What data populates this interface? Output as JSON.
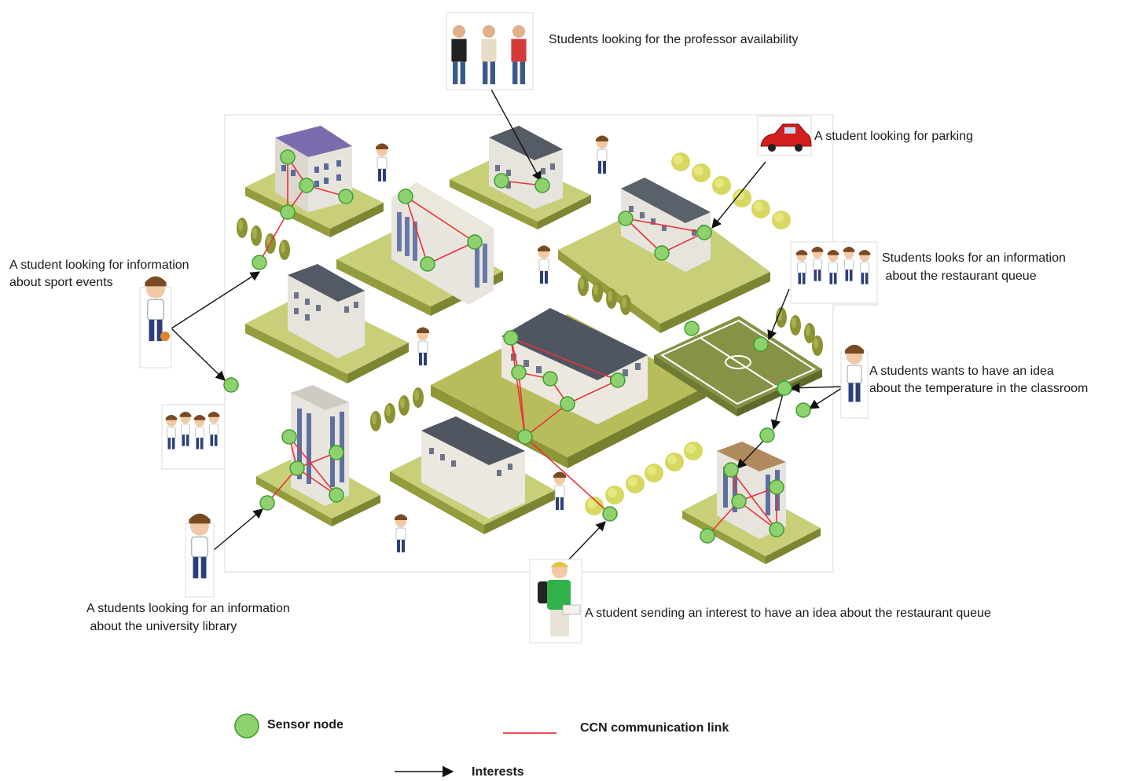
{
  "annotations": {
    "professor": "Students looking for the professor availability",
    "parking": "A student looking for parking",
    "sport_line1": "A student looking for information",
    "sport_line2": "about sport events",
    "restaurant_line1": "Students looks for an information",
    "restaurant_line2": " about the restaurant queue",
    "temperature_line1": "A students wants to have an idea",
    "temperature_line2": "about the temperature in the classroom",
    "library_line1": "A students looking for an information",
    "library_line2": " about the university library",
    "sending": "A student sending an interest to have an idea about the restaurant queue"
  },
  "legend": {
    "sensor_node": "Sensor node",
    "ccn_link": "CCN communication link",
    "interests": "Interests"
  },
  "colors": {
    "sensor_fill": "#8fd16f",
    "sensor_stroke": "#3e9e2f",
    "ccn_link": "#e8323a",
    "interest_arrow": "#111111",
    "ground": "#9ea845",
    "lawn": "#c7cf78",
    "building_wall": "#e9e6e0",
    "roof_grey": "#4e5560",
    "roof_purple": "#7a6aa8"
  }
}
